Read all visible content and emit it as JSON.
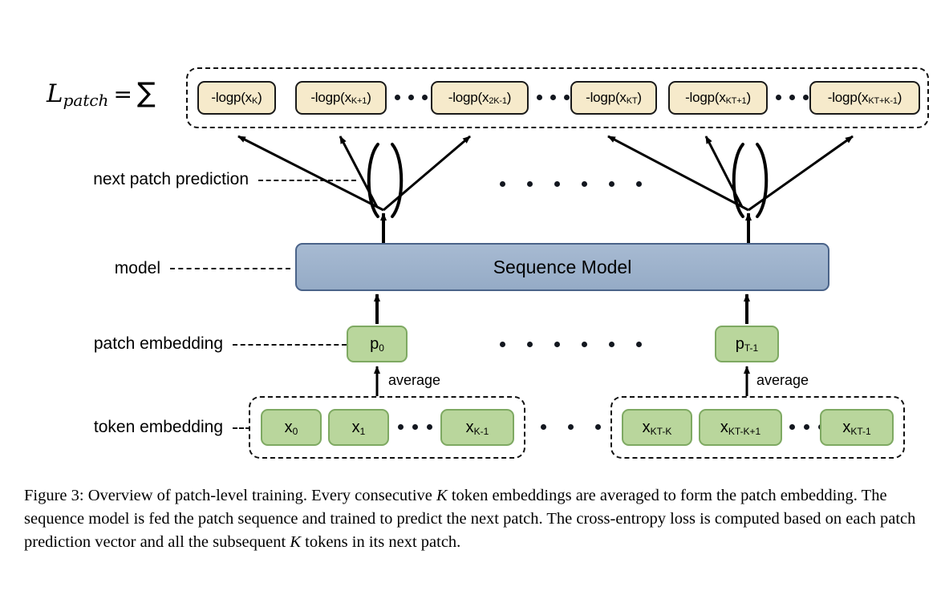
{
  "figure": {
    "formula": {
      "symbol": "L",
      "subscript": "patch",
      "equals": "=",
      "sigma": "∑"
    },
    "stage_labels": [
      {
        "id": "next-patch-prediction",
        "text": "next patch prediction"
      },
      {
        "id": "model",
        "text": "model"
      },
      {
        "id": "patch-embedding",
        "text": "patch embedding"
      },
      {
        "id": "token-embedding",
        "text": "token embedding"
      }
    ],
    "loss_row": {
      "left_group": [
        {
          "prefix": "-logp(x",
          "sub": "K",
          "suffix": ")"
        },
        {
          "prefix": "-logp(x",
          "sub": "K+1",
          "suffix": ")"
        },
        {
          "prefix": "-logp(x",
          "sub": "2K-1",
          "suffix": ")"
        }
      ],
      "right_group": [
        {
          "prefix": "-logp(x",
          "sub": "KT",
          "suffix": ")"
        },
        {
          "prefix": "-logp(x",
          "sub": "KT+1",
          "suffix": ")"
        },
        {
          "prefix": "-logp(x",
          "sub": "KT+K-1",
          "suffix": ")"
        }
      ]
    },
    "model": {
      "label": "Sequence Model"
    },
    "patch_row": [
      {
        "prefix": "p",
        "sub": "0"
      },
      {
        "prefix": "p",
        "sub": "T-1"
      }
    ],
    "average_labels": [
      "average",
      "average"
    ],
    "token_row": {
      "left_group": [
        {
          "prefix": "x",
          "sub": "0"
        },
        {
          "prefix": "x",
          "sub": "1"
        },
        {
          "prefix": "x",
          "sub": "K-1"
        }
      ],
      "right_group": [
        {
          "prefix": "x",
          "sub": "KT-K"
        },
        {
          "prefix": "x",
          "sub": "KT-K+1"
        },
        {
          "prefix": "x",
          "sub": "KT-1"
        }
      ]
    },
    "colors": {
      "loss_fill": "#f6eacb",
      "loss_border": "#1a1a1a",
      "green_fill": "#b9d69c",
      "green_border": "#7ea962",
      "model_fill": "#9fb4cd",
      "model_border": "#4a6389",
      "dash_border": "#111111",
      "text": "#000000"
    }
  },
  "caption": {
    "number": "Figure 3:",
    "line1_a": " Overview of patch-level training. Every consecutive ",
    "line1_k": "K",
    "line1_b": " token embeddings are averaged to form the patch embedding. The sequence model is fed the patch sequence and trained to predict the next patch. The cross-entropy loss is computed based on each patch prediction vector and all the subsequent ",
    "line2_k": "K",
    "line2_b": " tokens in its next patch."
  }
}
